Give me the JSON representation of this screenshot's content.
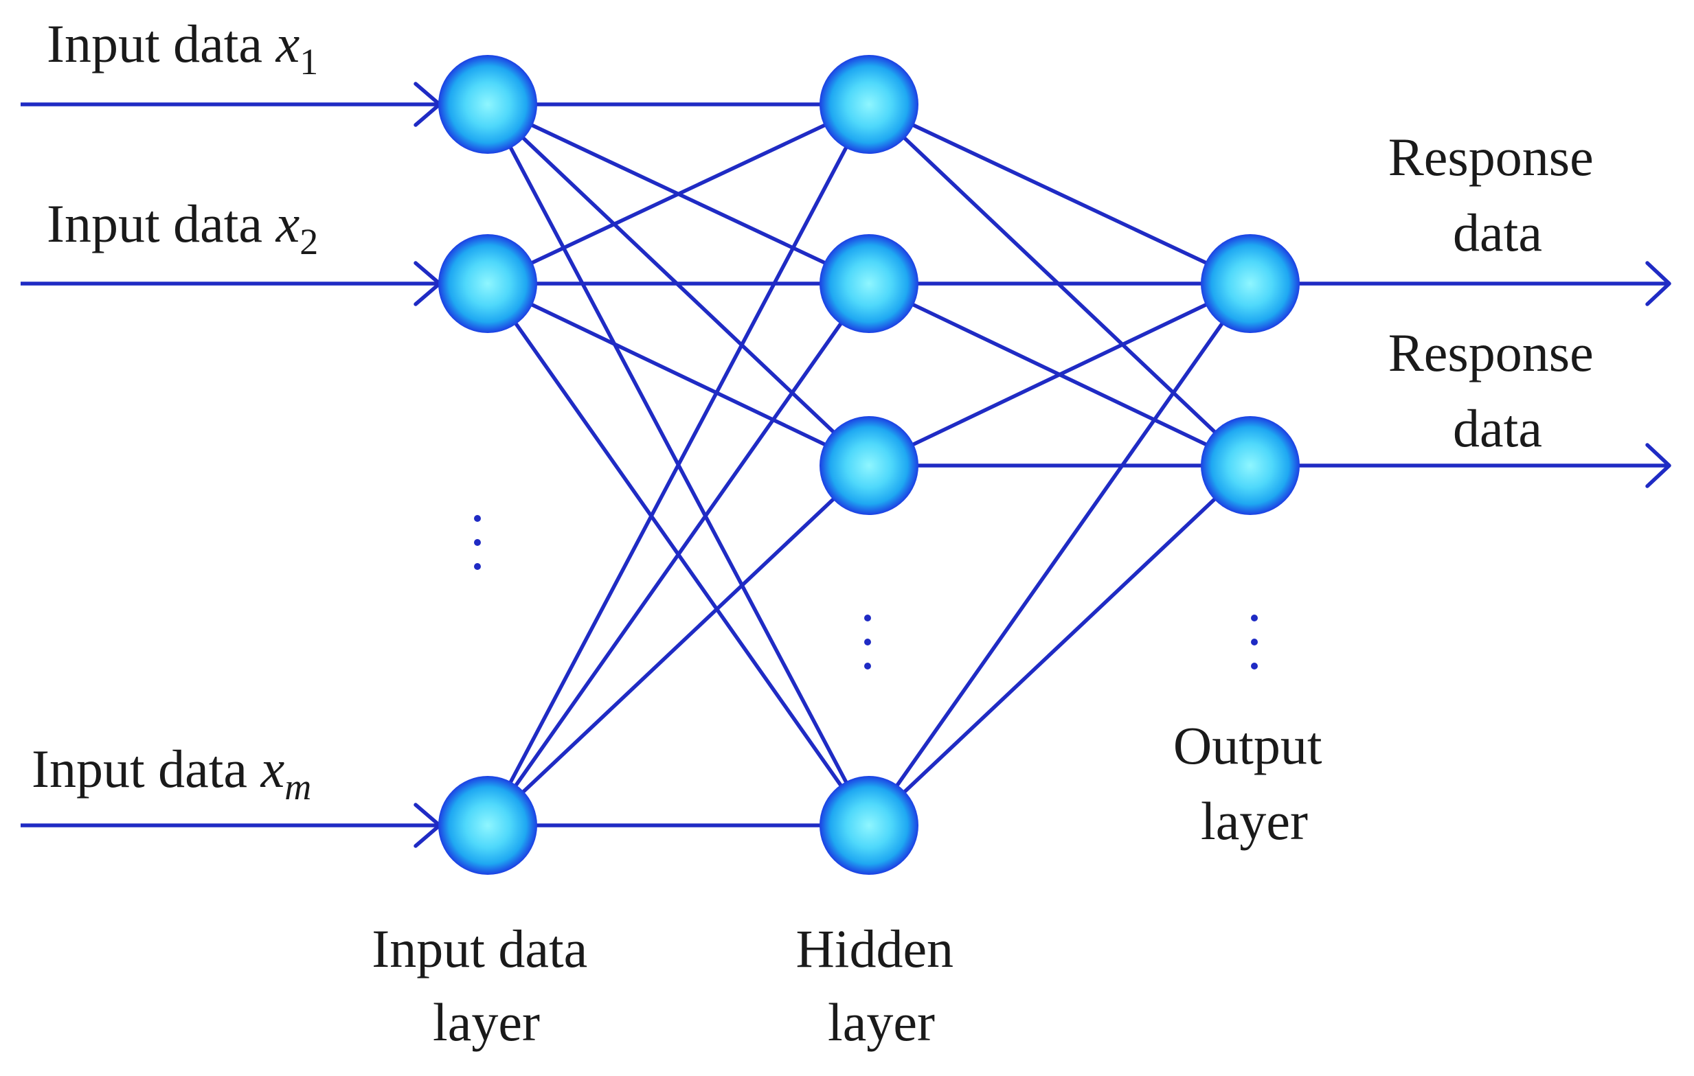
{
  "inputs": {
    "x1": {
      "text": "Input data ",
      "var": "x",
      "sub": "1"
    },
    "x2": {
      "text": "Input data ",
      "var": "x",
      "sub": "2"
    },
    "xm": {
      "text": "Input data ",
      "var": "x",
      "sub": "m"
    }
  },
  "outputs": [
    {
      "line1": "Response",
      "line2": "data"
    },
    {
      "line1": "Response",
      "line2": "data"
    }
  ],
  "layers": {
    "input": {
      "line1": "Input data",
      "line2": "layer"
    },
    "hidden": {
      "line1": "Hidden",
      "line2": "layer"
    },
    "output": {
      "line1": "Output",
      "line2": "layer"
    }
  },
  "colors": {
    "edge": "#1f2bc4",
    "node_center": "#7ff0ff",
    "node_mid": "#22b8f5",
    "node_edge": "#1a3fe0"
  }
}
